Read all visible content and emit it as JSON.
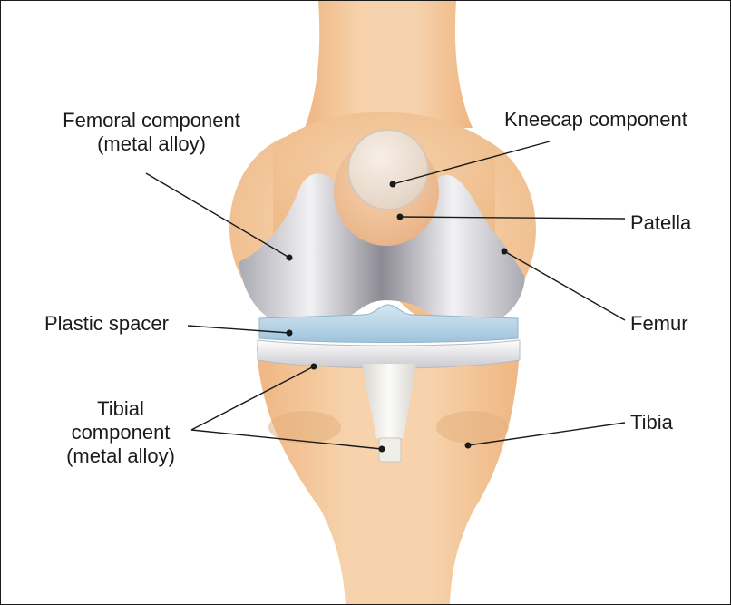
{
  "labels": {
    "femoral_line1": "Femoral component",
    "femoral_line2": "(metal alloy)",
    "kneecap": "Kneecap component",
    "patella": "Patella",
    "femur": "Femur",
    "plastic_spacer": "Plastic spacer",
    "tibial_line1": "Tibial",
    "tibial_line2": "component",
    "tibial_line3": "(metal alloy)",
    "tibia": "Tibia"
  },
  "colors": {
    "bone": "#f4c99c",
    "metal": "#d9d9de",
    "spacer": "#bcd7e8",
    "outline": "#1a1a1a"
  }
}
